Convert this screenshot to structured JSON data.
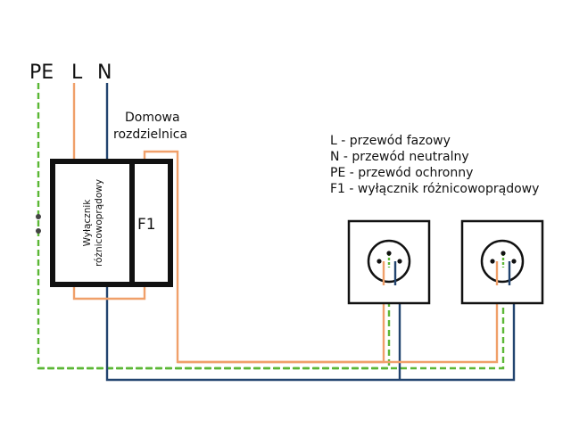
{
  "terminals": {
    "pe": "PE",
    "l": "L",
    "n": "N"
  },
  "board": {
    "line1": "Domowa",
    "line2": "rozdzielnica"
  },
  "rcd": {
    "line1": "Wyłącznik",
    "line2": "różnicowoprądowy",
    "f1": "F1"
  },
  "legend": [
    "L - przewód fazowy",
    "N - przewód neutralny",
    "PE - przewód ochronny",
    "F1 - wyłącznik różnicowoprądowy"
  ],
  "colors": {
    "phase": "#f0a06a",
    "neutral": "#22446f",
    "protective": "#5bb735",
    "frame": "#111111"
  },
  "sockets": [
    {
      "name": "socket-left"
    },
    {
      "name": "socket-right"
    }
  ]
}
